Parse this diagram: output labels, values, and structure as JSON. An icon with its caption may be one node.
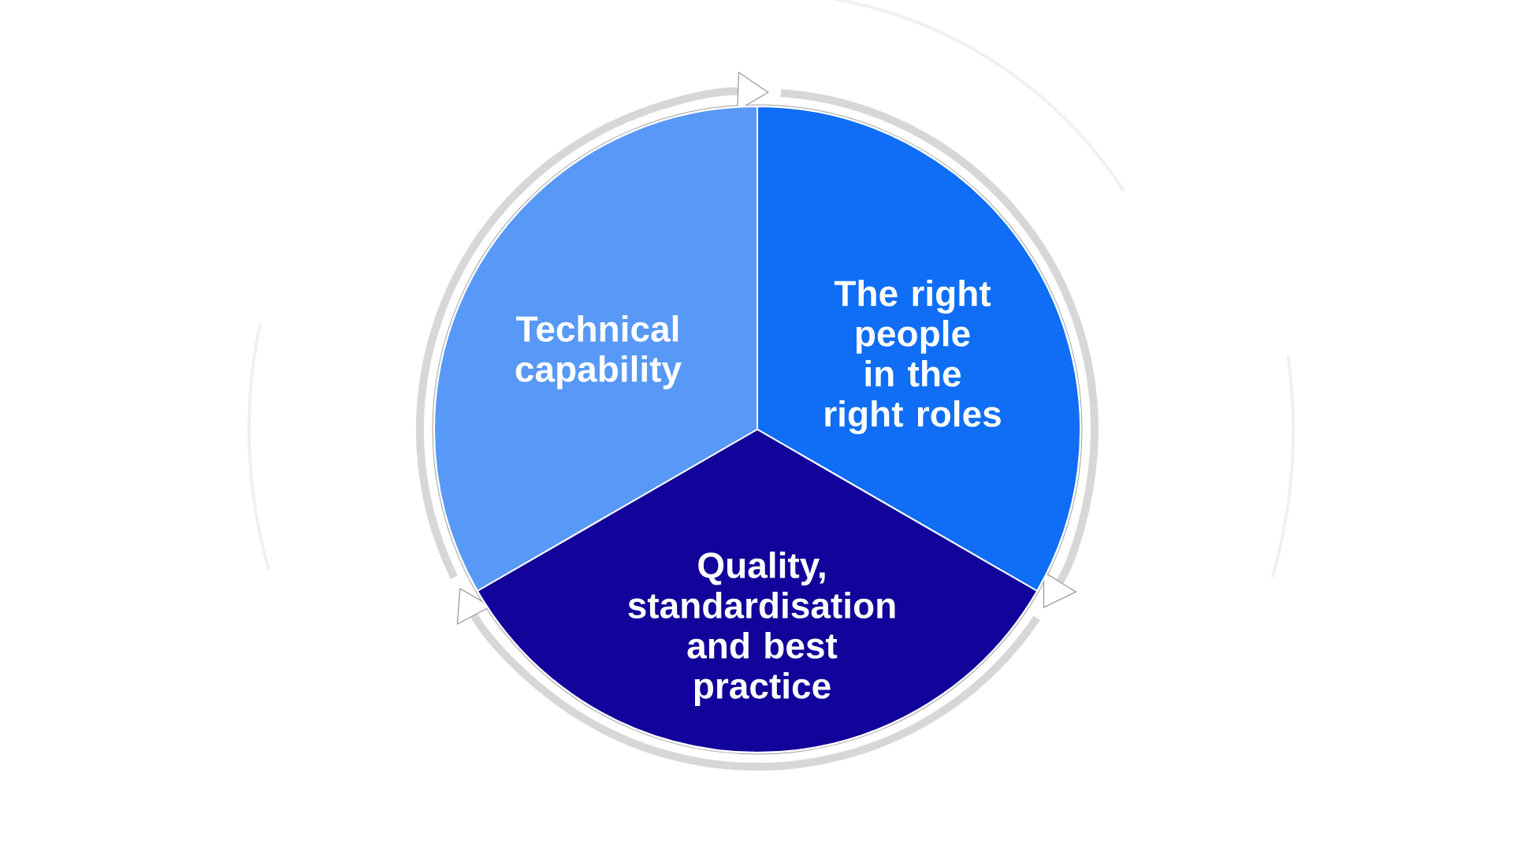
{
  "diagram": {
    "nodes": [
      {
        "text": [
          "Technical capability"
        ]
      },
      {
        "text": [
          "The right people in the right roles"
        ]
      },
      {
        "text": [
          "Quality, standardisation and best practice"
        ]
      }
    ],
    "edges": [
      {
        "from": 0,
        "to": 1,
        "arrow": "to"
      },
      {
        "from": 1,
        "to": 2,
        "arrow": "to"
      },
      {
        "from": 2,
        "to": 0,
        "arrow": "to"
      }
    ]
  }
}
